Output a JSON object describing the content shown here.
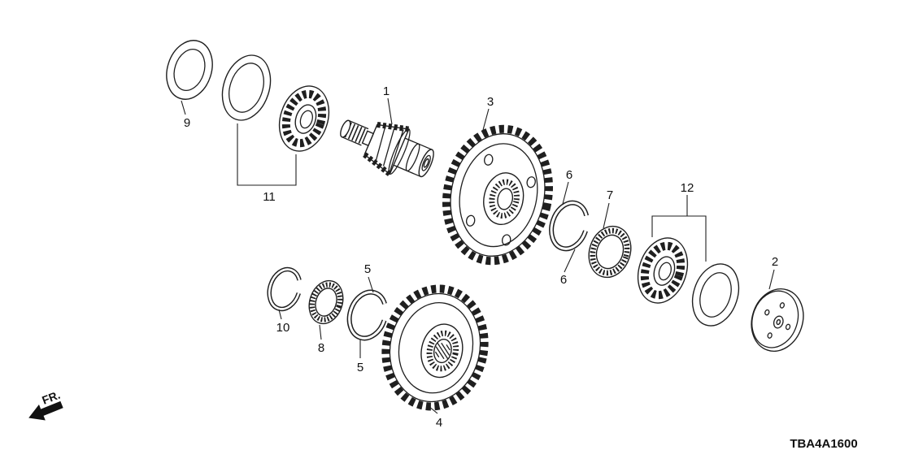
{
  "diagram": {
    "code": "TBA4A1600",
    "direction_label": "FR.",
    "colors": {
      "line": "#1f1f1f",
      "background": "#ffffff"
    },
    "callouts": [
      {
        "part": "9"
      },
      {
        "part": "11"
      },
      {
        "part": "1"
      },
      {
        "part": "3"
      },
      {
        "part": "6"
      },
      {
        "part": "6"
      },
      {
        "part": "7"
      },
      {
        "part": "12"
      },
      {
        "part": "2"
      },
      {
        "part": "10"
      },
      {
        "part": "8"
      },
      {
        "part": "5"
      },
      {
        "part": "5"
      },
      {
        "part": "4"
      }
    ]
  }
}
